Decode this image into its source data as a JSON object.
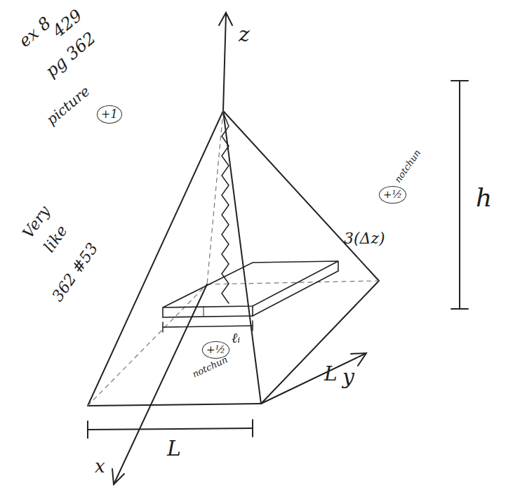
{
  "diagram": {
    "labels": [
      "ex 8",
      "429",
      "pg 362",
      "picture",
      "+1",
      "Very",
      "like",
      "362 #53",
      "+½",
      "notchun",
      "ℓᵢ",
      "+½",
      "notchun",
      "3(Δz)",
      "z",
      "y",
      "x",
      "h",
      "L",
      "L"
    ]
  }
}
